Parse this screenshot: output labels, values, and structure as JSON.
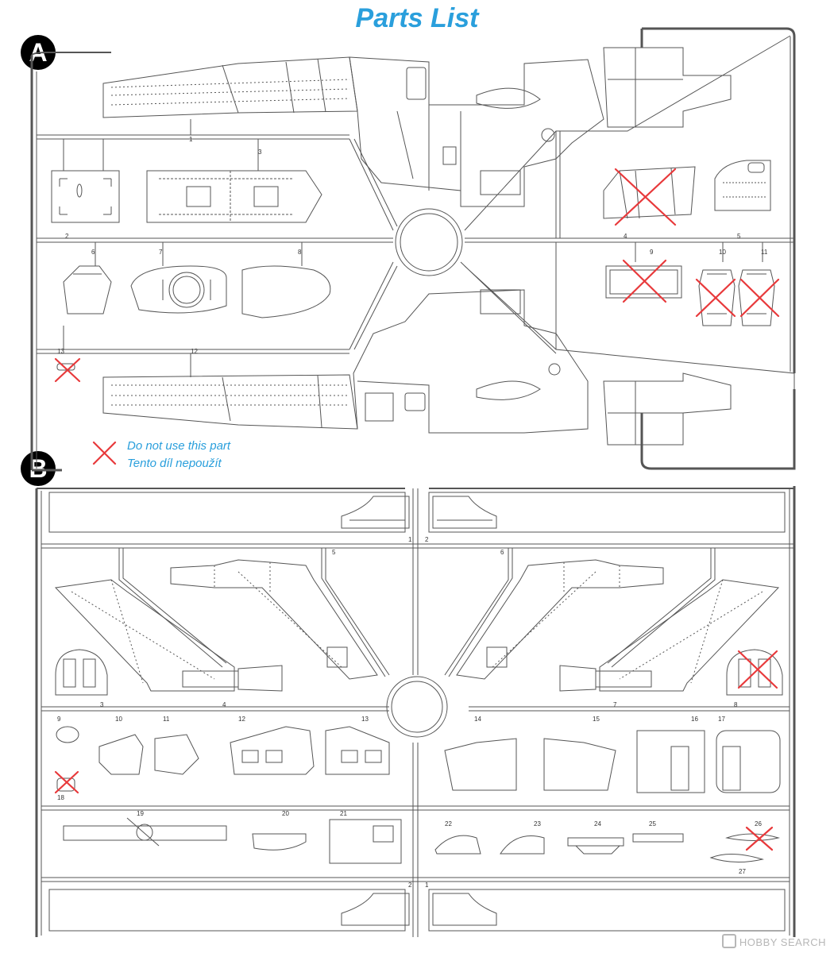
{
  "title": "Parts List",
  "sprues": [
    {
      "letter": "A",
      "parts": [
        "1",
        "2",
        "3",
        "4",
        "5",
        "6",
        "7",
        "8",
        "9",
        "10",
        "11",
        "12",
        "13"
      ],
      "do_not_use": [
        "4",
        "9",
        "10",
        "11",
        "13"
      ]
    },
    {
      "letter": "B",
      "parts": [
        "1",
        "2",
        "3",
        "4",
        "5",
        "6",
        "7",
        "8",
        "9",
        "10",
        "11",
        "12",
        "13",
        "14",
        "15",
        "16",
        "17",
        "18",
        "19",
        "20",
        "21",
        "22",
        "23",
        "24",
        "25",
        "26",
        "27"
      ],
      "do_not_use": [
        "8",
        "18",
        "26"
      ]
    }
  ],
  "legend": {
    "icon": "red-x-mark",
    "text_en": "Do not use this part",
    "text_cz": "Tento díl nepoužít"
  },
  "watermark": "HOBBY SEARCH",
  "colors": {
    "accent": "#2a9fdc",
    "cross": "#e8393b",
    "line": "#555555"
  }
}
